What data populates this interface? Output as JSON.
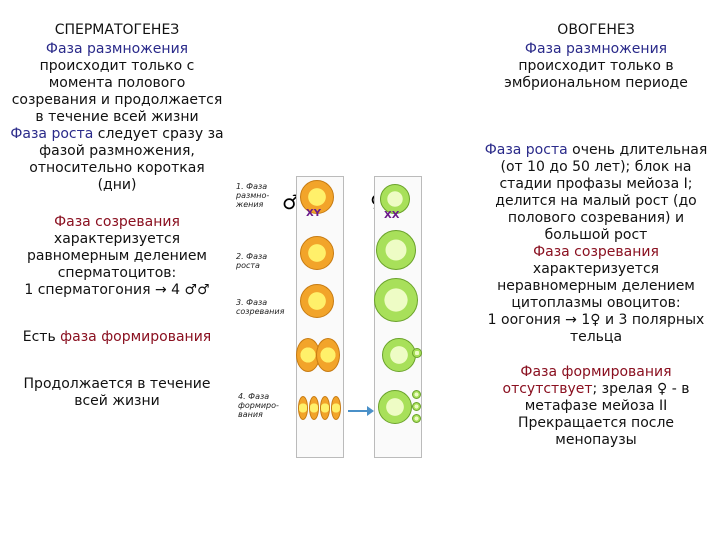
{
  "left": {
    "title": "СПЕРМАТОГЕНЕЗ",
    "phase1_name": "Фаза размножения",
    "phase1_text": "происходит только с момента полового созревания и продолжается в течение всей жизни",
    "phase2_name": "Фаза роста",
    "phase2_text": " следует сразу за фазой размножения, относительно короткая (дни)",
    "phase3_name": "Фаза созревания",
    "phase3_text": "характеризуется равномерным делением сперматоцитов:",
    "phase3_formula": "1 сперматогония → 4 ♂♂",
    "phase4_prefix": "Есть ",
    "phase4_name": "фаза формирования",
    "end_text": "Продолжается в течение всей жизни"
  },
  "right": {
    "title": "ОВОГЕНЕЗ",
    "phase1_name": "Фаза размножения",
    "phase1_text": "происходит только в эмбриональном периоде",
    "phase2_name": "Фаза роста",
    "phase2_text": " очень длительная (от 10 до 50 лет); блок на стадии профазы мейоза I; делится на малый рост (до полового созревания) и большой рост",
    "phase3_name": "Фаза созревания",
    "phase3_text": "характеризуется неравномерным делением цитоплазмы овоцитов:",
    "phase3_formula": "1 оогония → 1♀ и 3 полярных тельца",
    "phase4_name": "Фаза формирования",
    "phase4_word": "отсутствует",
    "phase4_text": "; зрелая ♀ - в метафазе мейоза II",
    "end_text": "Прекращается после менопаузы"
  },
  "diagram": {
    "stage1": "1. Фаза размно-жения",
    "stage2": "2. Фаза роста",
    "stage3": "3. Фаза созревания",
    "stage4": "4. Фаза формиро-вания",
    "male_symbol": "♂",
    "female_symbol": "♀",
    "xy_label": "XY",
    "xx_label": "XX",
    "colors": {
      "male_cell": "#f2a42a",
      "female_cell": "#a8e05a",
      "arrow": "#4a90c8"
    }
  }
}
